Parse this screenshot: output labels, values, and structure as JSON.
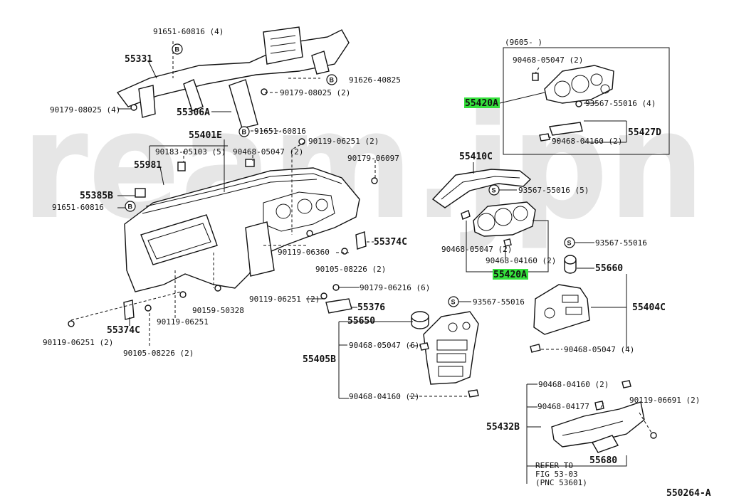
{
  "watermark": "ream.jpn",
  "diagram_code": "550264-A",
  "labels": {
    "l55331": "55331",
    "l91651a": "91651-60816 (4)",
    "l91626": "91626-40825",
    "l90179b": "90179-08025 (2)",
    "l90179a": "90179-08025 (4)",
    "l55306A": "55306A",
    "l91651b": "91651-60816",
    "l55401E": "55401E",
    "l90183": "90183-05103 (5)",
    "l90468a": "90468-05047 (2)",
    "l90119a": "90119-06251 (2)",
    "l90179c": "90179-06097",
    "l55981": "55981",
    "l55385B": "55385B",
    "l91651c": "91651-60816",
    "l55374Ca": "55374C",
    "l90119b": "90119-06360",
    "l90105a": "90105-08226 (2)",
    "l90119c": "90119-06251 (2)",
    "l90179d": "90179-06216 (6)",
    "l55376": "55376",
    "l90159": "90159-50328",
    "l55374Cb": "55374C",
    "l90119d": "90119-06251",
    "l90119e": "90119-06251 (2)",
    "l90105b": "90105-08226 (2)",
    "l9605": "(9605-        )",
    "l90468b": "90468-05047 (2)",
    "l55420Aa": "55420A",
    "l93567a": "93567-55016 (4)",
    "l55427D": "55427D",
    "l90468c": "90468-04160 (2)",
    "l55410C": "55410C",
    "l93567b": "93567-55016 (5)",
    "l90468d": "90468-05047 (2)",
    "l90468e": "90468-04160 (2)",
    "l55420Ab": "55420A",
    "l93567c": "93567-55016",
    "l55660": "55660",
    "l55404C": "55404C",
    "l90468f": "90468-05047 (4)",
    "l93567d": "93567-55016",
    "l55650": "55650",
    "l90468g": "90468-05047 (6)",
    "l55405B": "55405B",
    "l90468h": "90468-04160 (2)",
    "l90468i": "90468-04160 (2)",
    "l90468j": "90468-04177",
    "l90119f": "90119-06691 (2)",
    "l55432B": "55432B",
    "l55680": "55680",
    "refer1": "REFER TO",
    "refer2": "FIG 53-03",
    "refer3": "(PNC 53601)"
  },
  "symbols": {
    "b": "B",
    "s": "S"
  },
  "highlight_color": "#35e13c"
}
